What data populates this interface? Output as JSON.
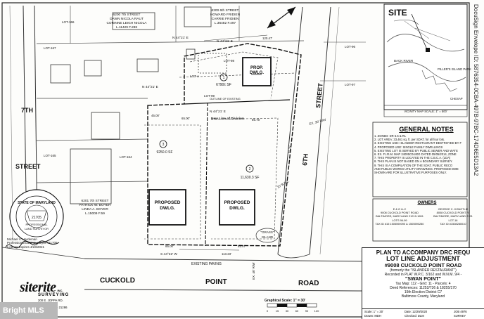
{
  "docusign_envelope": "DocuSign Envelope ID: 5876354-0CBA-497B-97BC-174D6E5D13A2",
  "site_map": {
    "title": "SITE",
    "labels": [
      "BACK RIVER",
      "PILLER'S ISLAND PARK",
      "CHESAP"
    ],
    "caption": "VICINITY MAP SCALE: 1\" = 500'"
  },
  "neighbors": [
    {
      "id": "nb-7th-street",
      "lines": [
        "6200 7th STREET",
        "DAWN NICOLA RAUT",
        "CORINNE LEIGH NICOLA",
        "L.11429 F.288"
      ]
    },
    {
      "id": "nb-6th-street",
      "lines": [
        "6200 6th STREET",
        "HOWARD FRIDIEN",
        "CARRIE FRIDIEN",
        "L.36482 F.497"
      ]
    },
    {
      "id": "nb-patrick",
      "lines": [
        "6201 7th STREET",
        "PATRICK W. BOYER",
        "LINDA A. BOYER",
        "L.15009 F.59"
      ]
    }
  ],
  "lots": {
    "lot_166": "LOT-166",
    "lot_167": "LOT-167",
    "lot_165": "LOT-165",
    "lot_164": "LOT-164",
    "lot_98": "LOT-98",
    "lot_99": "LOT-99",
    "lot_97": "LOT-97",
    "lot_96": "LOT-96",
    "lot_a": "LOT-A",
    "lot_1_num": "1",
    "lot_1_area": "6790± SF",
    "lot_2_num": "2",
    "lot_2_area": "11,630.3 SF",
    "lot_3_num": "3",
    "lot_3_area": "9250.0 SF"
  },
  "labels": {
    "proposed_dwlg": [
      "PROPOSED",
      "DWLG."
    ],
    "prop_dwlg": [
      "PROP.",
      "DWLG."
    ],
    "new_line": "New Line of Division",
    "outline_of_existing": "OUTLINE OF EXISTING",
    "grass_island": [
      "\"GRASS\"",
      "ISLAND"
    ],
    "existing_paving": "EXISTING PAVING",
    "ex_road": "EX. 40' R/W",
    "ex_road_right": "EX. 30' R/W",
    "bearings": [
      "N 44°21' E",
      "N 44°21' E",
      "N 44°21' E",
      "S 44°22' W",
      "N 44°21' E"
    ],
    "distances": [
      "120.47'",
      "86.76'",
      "65.00'",
      "82.07'",
      "113.23'",
      "65.00'",
      "81.97'",
      "45.00'"
    ],
    "front_bl": "25' B.R.L."
  },
  "streets": {
    "seventh_a": "7TH",
    "seventh_b": "STREET",
    "sixth_a": "6TH",
    "sixth_b": "STREET",
    "cuckold": "CUCKOLD",
    "point": "POINT",
    "road": "ROAD"
  },
  "scale_bar": {
    "caption": "Graphical Scale: 1\" = 30'",
    "ticks": [
      "0",
      "15",
      "30",
      "60",
      "90",
      "120"
    ]
  },
  "general_notes": {
    "title": "GENERAL NOTES",
    "lines": [
      "1. ZONED: DR 5.5 & RL",
      "2. LOT AREA: 33,461 sq. ft. per SDAT, for all four lots.",
      "3. EXISTING USE: ISLANDER RESTAURANT DESTROYED BY F",
      "4. PROPOSED USE: SINGLE FAMILY DWELLINGS",
      "5. EXISTING LOT IS SERVED BY PUBLIC SEWER AND WATE",
      "6. EX. F.I.R.M. MAP 24005C0440G DATED 05/05/2014, ZONE",
      "7. THIS PROPERTY IS LOCATED IN THE C.B.C.A. (LDA)",
      "8. THIS PLAN IS NOT BASED ON A BOUNDARY SURVEY.",
      "9. THIS IS A COMPILATION OF THE SDAT, PUBLIC RECO",
      "   AND PUBLIC WORKS UTILITY DRAWINGS. PROPOSED DWE",
      "   SHOWN ARE FOR ILLUSTRATIVE PURPOSES ONLY."
    ]
  },
  "owners": {
    "title": "OWNERS",
    "left": [
      "E & G LLC",
      "9008 CUCKOLD POINT ROAD",
      "BALTIMORE, MARYLAND 21219-1651",
      "LOTS 96-99",
      "TAX ID #15 1505590090 & 1505590280"
    ],
    "right": [
      "GEORGE C. KONOTLIK",
      "8008 CUCKOLD POINT R.",
      "BALTIMORE, MARYLAND 2121",
      "LOT-16",
      "TAX ID #1508280010"
    ]
  },
  "seal": {
    "outer": "STATE OF MARYLAND",
    "inner": [
      "PROFESSIONAL",
      "LAND SURVEYOR"
    ],
    "number": "21705"
  },
  "surveyor": {
    "lines": [
      "Michael V. Hardeman",
      "Professional Land Surveyor #21705",
      "License Expires 4/23/2021"
    ]
  },
  "firm": {
    "name": "siterite",
    "suffix": "INC.",
    "subtitle": "SURVEYING",
    "address": [
      "200 E. JOPPA RD.",
      "SUITE 101",
      "TOWSON, MD 21286"
    ]
  },
  "title_block": {
    "line1": "PLAN TO ACCOMPANY DRC REQU",
    "line2": "LOT LINE ADJUSTMENT",
    "line3": "#9008 CUCKOLD POINT ROAD",
    "line4": "(formerly the \"ISLANDER RESTAURANT\")",
    "line5": "Recorded in PLAT W.P.C. 3/162 and W.N.M. 9/4 -",
    "line6": "\"SWAN POINT\"",
    "line7": "Tax Map: 112 - Grid: 11 - Parcels: 4",
    "line8": "Deed References: 11252/736 & 18255/170",
    "line9": "15th Election District C7",
    "line10": "Baltimore County, Maryland",
    "scale": "Scale: 1\" = 30'",
    "date": "Date: 12/29/2020",
    "job": "JOB 4976",
    "drawn": "Drawn: MDH",
    "checked": "Checked: DLM",
    "survey": "SURVEY"
  },
  "watermark": "Bright MLS"
}
